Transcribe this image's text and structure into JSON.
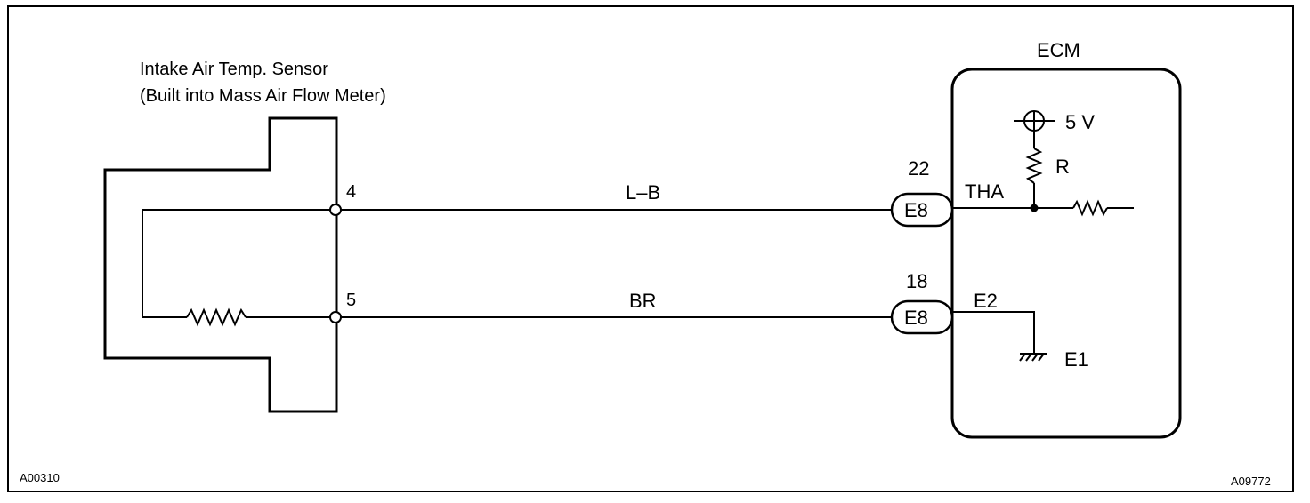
{
  "sensor": {
    "title_line1": "Intake Air Temp. Sensor",
    "title_line2": "(Built into Mass Air Flow Meter)",
    "pin_top": "4",
    "pin_bottom": "5"
  },
  "wires": {
    "top": "L–B",
    "bottom": "BR"
  },
  "ecm": {
    "title": "ECM",
    "top_connector": {
      "pin": "22",
      "code": "E8"
    },
    "bottom_connector": {
      "pin": "18",
      "code": "E8"
    },
    "tha": "THA",
    "e2": "E2",
    "e1": "E1",
    "supply": "5 V",
    "resistor": "R"
  },
  "codes": {
    "left": "A00310",
    "right": "A09772"
  }
}
